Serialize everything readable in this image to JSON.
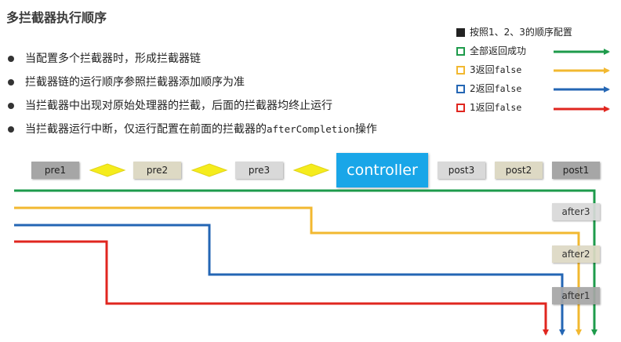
{
  "title": "多拦截器执行顺序",
  "bullets": [
    "当配置多个拦截器时，形成拦截器链",
    "拦截器链的运行顺序参照拦截器添加顺序为准",
    "当拦截器中出现对原始处理器的拦截，后面的拦截器均终止运行",
    "当拦截器运行中断，仅运行配置在前面的拦截器的"
  ],
  "bullet4_code": "afterCompletion",
  "bullet4_tail": "操作",
  "legend": {
    "header": "按照1、2、3的顺序配置",
    "items": [
      {
        "prefix": "全部返回成功",
        "code": "",
        "color": "#1e9b4b"
      },
      {
        "prefix": "3返回",
        "code": "false",
        "color": "#f2b830"
      },
      {
        "prefix": "2返回",
        "code": "false",
        "color": "#2466b4"
      },
      {
        "prefix": "1返回",
        "code": "false",
        "color": "#e0261f"
      }
    ]
  },
  "nodes": {
    "pre1": "pre1",
    "pre2": "pre2",
    "pre3": "pre3",
    "controller": "controller",
    "post3": "post3",
    "post2": "post2",
    "post1": "post1",
    "after3": "after3",
    "after2": "after2",
    "after1": "after1"
  },
  "colors": {
    "green": "#1e9b4b",
    "yellow": "#f2b830",
    "blue": "#2466b4",
    "red": "#e0261f",
    "controller": "#19a6e8",
    "diamond": "#f5ec1c"
  }
}
